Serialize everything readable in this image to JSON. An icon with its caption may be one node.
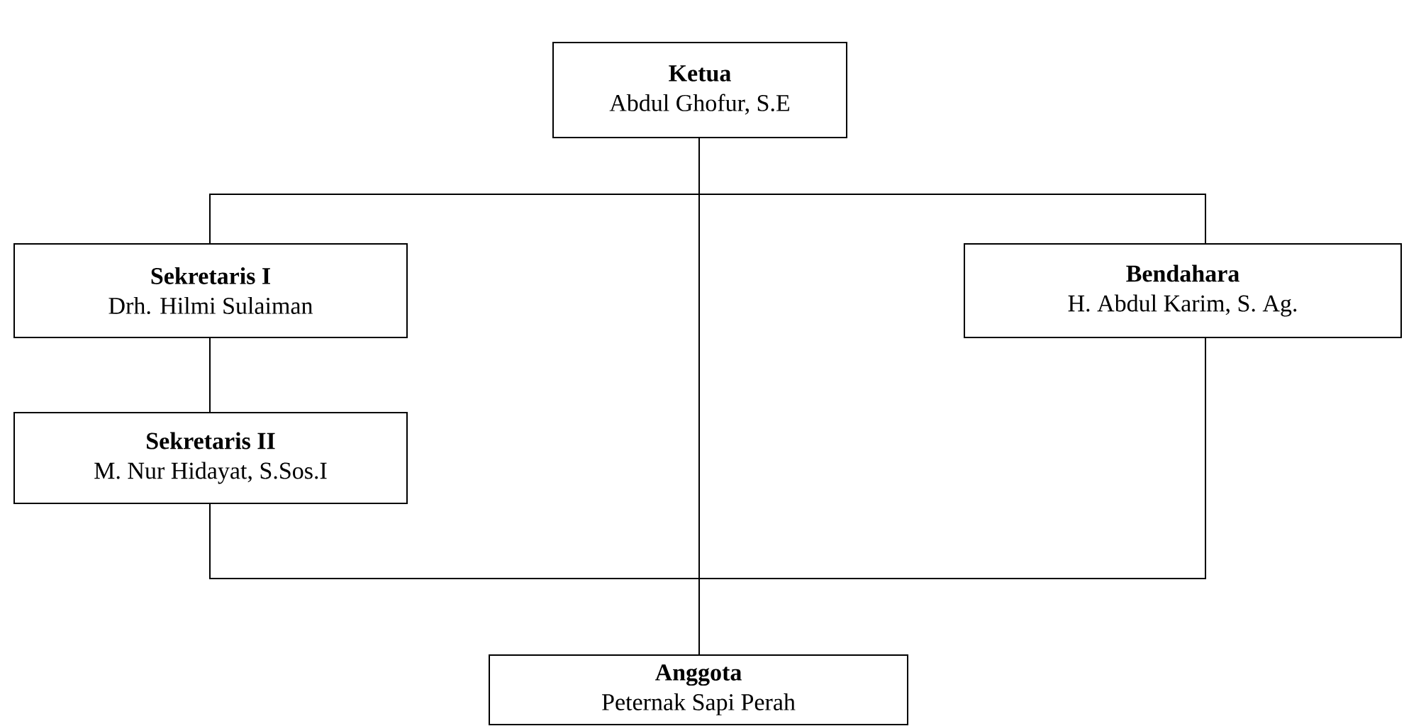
{
  "diagram": {
    "nodes": [
      {
        "text": [
          "Ketua",
          "Abdul Ghofur, S.E"
        ]
      },
      {
        "text": [
          "Sekretaris I",
          "Drh. Hilmi Sulaiman"
        ]
      },
      {
        "text": [
          "Bendahara",
          "H. Abdul Karim,  S. Ag."
        ]
      },
      {
        "text": [
          "Sekretaris II",
          "M. Nur Hidayat, S.Sos.I"
        ]
      },
      {
        "text": [
          "Anggota",
          "Peternak Sapi Perah"
        ]
      }
    ],
    "edges": [
      {
        "from": 0,
        "to": 1,
        "arrow": "none"
      },
      {
        "from": 0,
        "to": 2,
        "arrow": "none"
      },
      {
        "from": 0,
        "to": 4,
        "arrow": "none"
      },
      {
        "from": 1,
        "to": 3,
        "arrow": "none"
      },
      {
        "from": 3,
        "to": 4,
        "arrow": "none"
      },
      {
        "from": 2,
        "to": 4,
        "arrow": "none"
      }
    ]
  }
}
